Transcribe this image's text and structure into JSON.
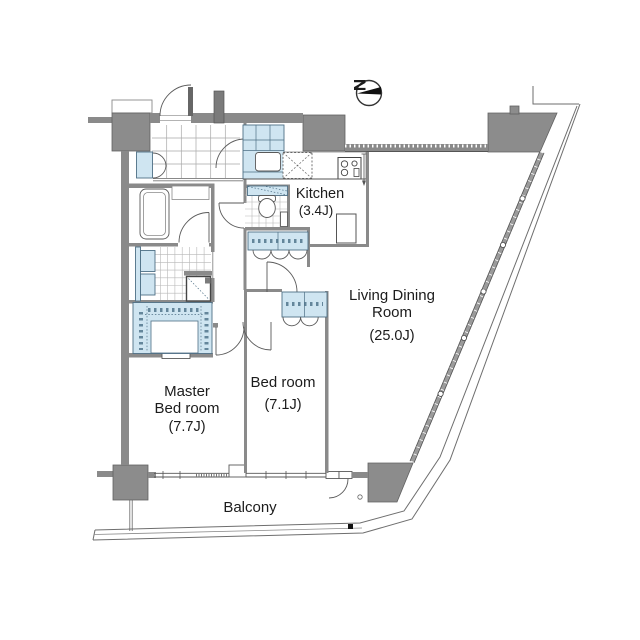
{
  "floor_plan": {
    "compass": {
      "label": "N"
    },
    "rooms": {
      "kitchen": {
        "name": "Kitchen",
        "area": "(3.4J)"
      },
      "living_dining": {
        "name_line1": "Living Dining",
        "name_line2": "Room",
        "area": "(25.0J)"
      },
      "bedroom": {
        "name": "Bed room",
        "area": "(7.1J)"
      },
      "master_bedroom": {
        "name_line1": "Master",
        "name_line2": "Bed room",
        "area": "(7.7J)"
      },
      "balcony": {
        "name": "Balcony"
      }
    },
    "colors": {
      "fixture_blue": "#cfe5f1",
      "wall_gray": "#8a8a8a",
      "column_gray": "#8c8c8c",
      "line_dark": "#4f4f4f",
      "background": "#ffffff"
    },
    "fixtures": [
      "entrance-door",
      "shoe-cabinet",
      "bathtub",
      "bathroom-counter",
      "vanity",
      "washing-machine",
      "walk-in-closet",
      "toilet",
      "hall-closet",
      "bedroom-closet",
      "kitchen-counter-sink",
      "refrigerator-space",
      "stove",
      "kitchen-island-counter",
      "balcony-door",
      "drain",
      "pipe-shaft"
    ]
  }
}
